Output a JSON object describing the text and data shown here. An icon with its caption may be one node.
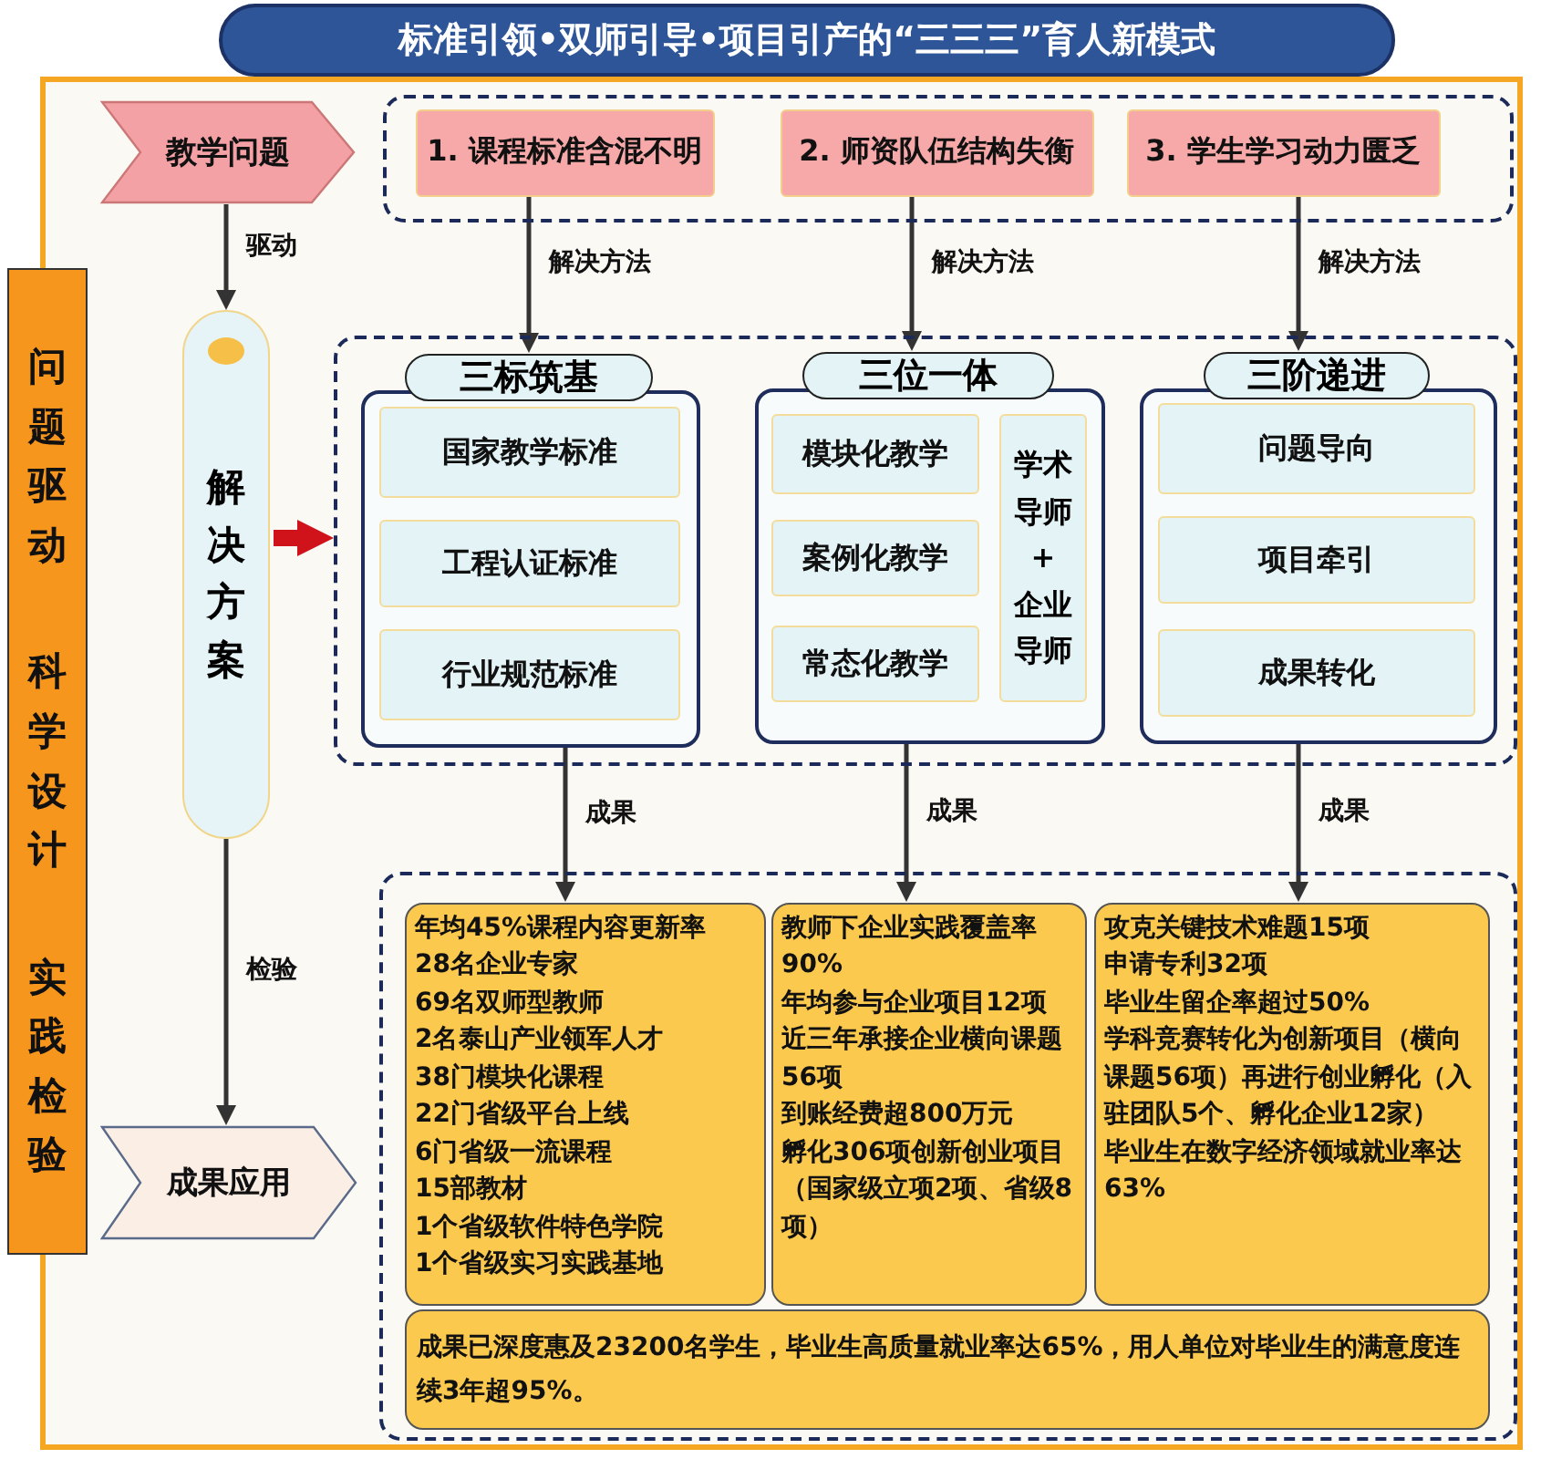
{
  "diagram": {
    "title": "标准引领•双师引导•项目引产的“三三三”育人新模式",
    "nodes": [
      {
        "text": [
          "问题驱动",
          "科学设计",
          "实践检验"
        ]
      },
      {
        "text": [
          "教学问题"
        ]
      },
      {
        "text": [],
        "shape": "box"
      },
      {
        "text": [
          "1. 课程标准含混不明"
        ],
        "in": 2
      },
      {
        "text": [
          "2. 师资队伍结构失衡"
        ],
        "in": 2
      },
      {
        "text": [
          "3. 学生学习动力匮乏"
        ],
        "in": 2
      },
      {
        "text": [
          "解决方案"
        ]
      },
      {
        "text": [],
        "shape": "box"
      },
      {
        "text": [
          "三标筑基"
        ],
        "in": 7
      },
      {
        "text": [
          "国家教学标准"
        ],
        "in": 8
      },
      {
        "text": [
          "工程认证标准"
        ],
        "in": 8
      },
      {
        "text": [
          "行业规范标准"
        ],
        "in": 8
      },
      {
        "text": [
          "三位一体"
        ],
        "in": 7
      },
      {
        "text": [
          "模块化教学"
        ],
        "in": 12
      },
      {
        "text": [
          "案例化教学"
        ],
        "in": 12
      },
      {
        "text": [
          "常态化教学"
        ],
        "in": 12
      },
      {
        "text": [
          "学术导师 + 企业导师"
        ],
        "in": 12
      },
      {
        "text": [
          "三阶递进"
        ],
        "in": 7
      },
      {
        "text": [
          "问题导向"
        ],
        "in": 17
      },
      {
        "text": [
          "项目牵引"
        ],
        "in": 17
      },
      {
        "text": [
          "成果转化"
        ],
        "in": 17
      },
      {
        "text": [
          "成果应用"
        ]
      },
      {
        "text": [],
        "shape": "box"
      },
      {
        "text": [
          "年均**45%**课程内容更新率",
          "**28名**企业专家",
          "**69名**双师型教师",
          "**2名**泰山产业领军人才",
          "**38门**模块化课程",
          "**22门**省级平台上线",
          "**6门**省级一流课程",
          "**15部**教材",
          "**1个**省级软件特色学院",
          "**1个**省级实习实践基地"
        ],
        "in": 22
      },
      {
        "text": [
          "教师下企业实践覆盖率**90%**",
          "年均参与企业项目**12项**",
          "近三年承接企业横向课题**56项**",
          "到账经费超**800万**元",
          "孵化**306项**创新创业项目（国家级立项**2项**、省级**8项**）"
        ],
        "in": 22
      },
      {
        "text": [
          "攻克关键技术难题**15项**",
          "申请专利**32项**",
          "毕业生留企率超过**50%**",
          "学科竞赛转化为创新项目（横向课题56项）再进行创业孵化（入驻团队**5个**、孵化企业**12家**）",
          "毕业生在数字经济领域就业率达**63%**"
        ],
        "in": 22
      },
      {
        "text": [
          "成果已深度惠及**23200**名学生，毕业生高质量就业率达**65%**，用人单位对毕业生的满意度连续3年超**95%**。"
        ],
        "in": 22
      }
    ],
    "edges": [
      {
        "from": 1,
        "to": 6,
        "arrow": "to",
        "label": "驱动"
      },
      {
        "from": 3,
        "to": 8,
        "arrow": "to",
        "label": "解决方法"
      },
      {
        "from": 4,
        "to": 12,
        "arrow": "to",
        "label": "解决方法"
      },
      {
        "from": 5,
        "to": 17,
        "arrow": "to",
        "label": "解决方法"
      },
      {
        "from": 6,
        "to": 7,
        "arrow": "to",
        "style": "thick",
        "color": "#d0121b"
      },
      {
        "from": 8,
        "to": 23,
        "arrow": "to",
        "label": "成果"
      },
      {
        "from": 12,
        "to": 24,
        "arrow": "to",
        "label": "成果"
      },
      {
        "from": 17,
        "to": 25,
        "arrow": "to",
        "label": "成果"
      },
      {
        "from": 6,
        "to": 21,
        "arrow": "to",
        "label": "检验"
      }
    ]
  }
}
